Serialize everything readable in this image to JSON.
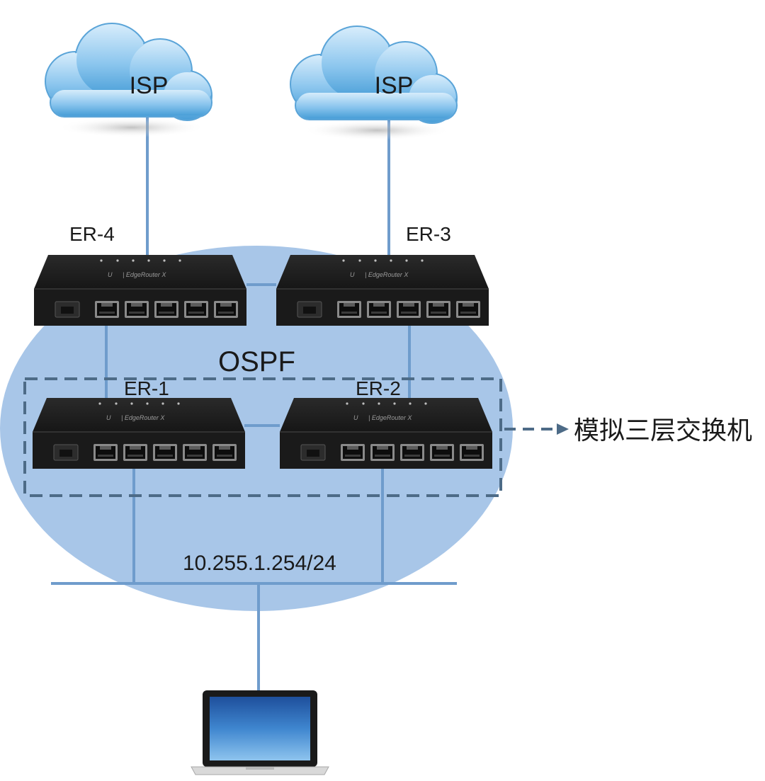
{
  "clouds": [
    {
      "id": "isp-left",
      "label": "ISP"
    },
    {
      "id": "isp-right",
      "label": "ISP"
    }
  ],
  "routers": [
    {
      "id": "er4",
      "label": "ER-4",
      "brand": "EdgeRouter X"
    },
    {
      "id": "er3",
      "label": "ER-3",
      "brand": "EdgeRouter X"
    },
    {
      "id": "er1",
      "label": "ER-1",
      "brand": "EdgeRouter X"
    },
    {
      "id": "er2",
      "label": "ER-2",
      "brand": "EdgeRouter X"
    }
  ],
  "ospf_label": "OSPF",
  "switch_group_label": "模拟三层交换机",
  "lan_label": "10.255.1.254/24",
  "colors": {
    "link": "#6f9ccc",
    "ospf_area": "#a6c5e8",
    "dash_box": "#4d6b87",
    "cloud_top": "#d4ebfa",
    "cloud_bottom": "#63afe0",
    "router_body": "#1b1b1b"
  },
  "icons": {
    "cloud": "cloud-icon",
    "router": "router-icon",
    "laptop": "laptop-icon"
  }
}
